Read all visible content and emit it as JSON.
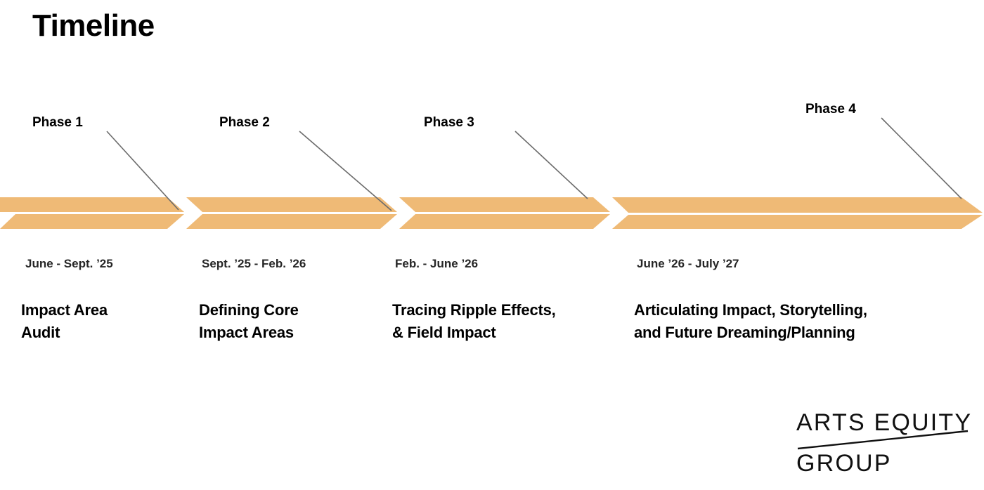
{
  "page": {
    "title": "Timeline",
    "background_color": "#ffffff"
  },
  "colors": {
    "arrow_fill": "#efba76",
    "leader_line": "#6b6b6b",
    "text_primary": "#000000",
    "text_date": "#262626",
    "logo": "#111111"
  },
  "timeline": {
    "phases": [
      {
        "label": "Phase 1",
        "date": "June - Sept. ’25",
        "heading": "Impact Area\nAudit"
      },
      {
        "label": "Phase 2",
        "date": "Sept. ’25 - Feb. ’26",
        "heading": "Defining Core\nImpact Areas"
      },
      {
        "label": "Phase 3",
        "date": "Feb. - June ’26",
        "heading": "Tracing Ripple Effects,\n& Field Impact"
      },
      {
        "label": "Phase 4",
        "date": "June ’26 - July ’27",
        "heading": "Articulating Impact, Storytelling,\nand Future Dreaming/Planning"
      }
    ]
  },
  "logo": {
    "line1": "ARTS EQUITY",
    "line2": "GROUP"
  }
}
